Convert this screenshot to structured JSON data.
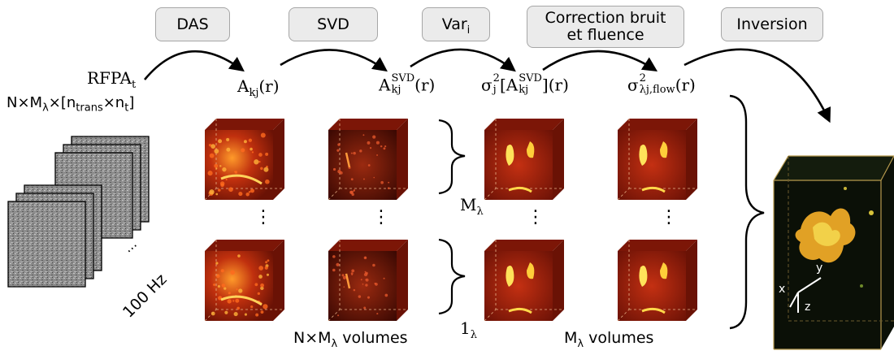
{
  "steps": {
    "das": "DAS",
    "svd": "SVD",
    "var": {
      "base": "Var",
      "sub": "i"
    },
    "correction": {
      "line1": "Correction bruit",
      "line2": "et fluence"
    },
    "inversion": "Inversion"
  },
  "labels": {
    "rfpa": {
      "base": "RFPA",
      "sub": "t"
    },
    "dims": {
      "n": "N×M",
      "lambda": "λ",
      "times": "×[n",
      "trans": "trans",
      "times2": "×n",
      "t": "t",
      "close": "]"
    },
    "a_kj": {
      "base": "A",
      "sub": "kj",
      "tail": "(r)"
    },
    "a_svd": {
      "base": "A",
      "sup": "SVD",
      "sub": "kj",
      "tail": "(r)"
    },
    "sigma_j": {
      "base": "σ",
      "sup": "2",
      "sub": "j",
      "open": "[A",
      "sup2": "SVD",
      "sub2": "kj",
      "tail": "](r)"
    },
    "sigma_flow": {
      "base": "σ",
      "sup": "2",
      "sub": "λj,flow",
      "tail": "(r)"
    },
    "m_lambda": {
      "base": "M",
      "sub": "λ"
    },
    "one_lambda": {
      "base": "1",
      "sub": "λ"
    },
    "n_volumes": {
      "prefix": "N×M",
      "sub": "λ",
      "tail": " volumes"
    },
    "m_volumes": {
      "prefix": "M",
      "sub": "λ",
      "tail": " volumes"
    },
    "freq": "100 Hz",
    "frames_dots": "...",
    "vertical_dots": "⋮"
  },
  "axes": {
    "x": "x",
    "y": "y",
    "z": "z"
  },
  "colors": {
    "box_fill": "#ebebeb",
    "box_border": "#a6a6a6",
    "cube_dark": "#5a0c04",
    "cube_mid": "#a8220c",
    "cube_bright": "#ffd23a",
    "result_bg": "#0c1208",
    "result_blob": "#e0a22a"
  }
}
